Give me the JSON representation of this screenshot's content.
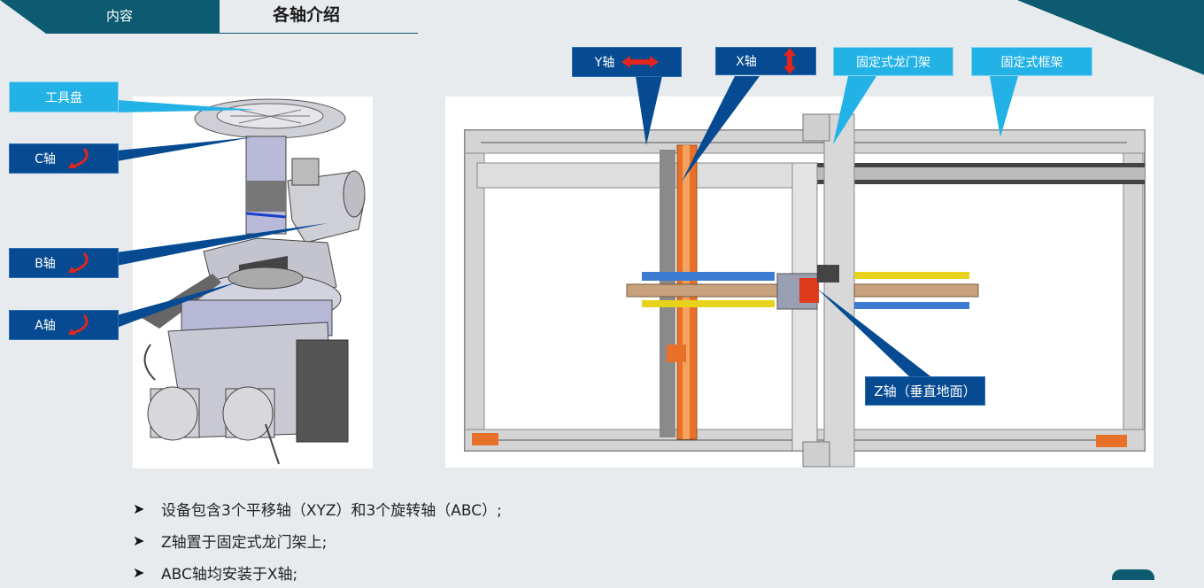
{
  "header": {
    "tab": "内容",
    "title": "各轴介绍"
  },
  "left_labels": {
    "tool_plate": "工具盘",
    "c_axis": "C轴",
    "b_axis": "B轴",
    "a_axis": "A轴"
  },
  "top_labels": {
    "y_axis": "Y轴",
    "x_axis": "X轴",
    "fixed_gantry": "固定式龙门架",
    "fixed_frame": "固定式框架"
  },
  "z_axis_label": "Z轴（垂直地面）",
  "bullets": [
    "设备包含3个平移轴（XYZ）和3个旋转轴（ABC）;",
    "Z轴置于固定式龙门架上;",
    "ABC轴均安装于X轴;"
  ],
  "colors": {
    "brand_teal": "#0c5b70",
    "label_dark": "#064a91",
    "label_light": "#23b2e6",
    "arrow_red": "#e0261f"
  }
}
